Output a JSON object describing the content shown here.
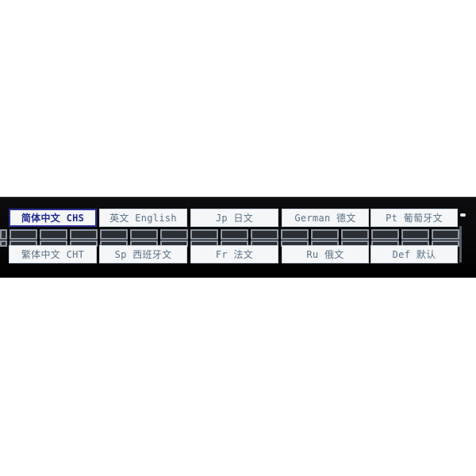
{
  "language_panel": {
    "selected": "简体中文 CHS",
    "top_row": [
      {
        "label": "简体中文 CHS",
        "selected": true
      },
      {
        "label": "英文 English",
        "selected": false
      },
      {
        "label": "Jp 日文",
        "selected": false
      },
      {
        "label": "German 德文",
        "selected": false
      },
      {
        "label": "Pt 葡萄牙文",
        "selected": false
      }
    ],
    "bottom_row": [
      {
        "label": "繁体中文 CHT",
        "selected": false
      },
      {
        "label": "Sp 西班牙文",
        "selected": false
      },
      {
        "label": "Fr 法文",
        "selected": false
      },
      {
        "label": "Ru 俄文",
        "selected": false
      },
      {
        "label": "Def 默认",
        "selected": false
      }
    ],
    "colors": {
      "panel_bg": "#070708",
      "button_bg": "#f4f6f8",
      "button_text": "#5d7184",
      "selected_text": "#1f2a8f",
      "selected_border": "#2a2e8e",
      "grid_cell_fill": "#2b2f33",
      "grid_cell_border": "#8e98a4"
    }
  }
}
